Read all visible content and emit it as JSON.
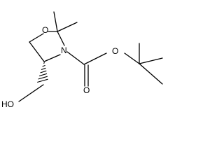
{
  "molecule": {
    "atoms": {
      "ring_oxygen": "O",
      "ring_nitrogen": "N",
      "ester_oxygen": "O",
      "carbonyl_oxygen": "O",
      "hydroxyl": "HO"
    }
  }
}
